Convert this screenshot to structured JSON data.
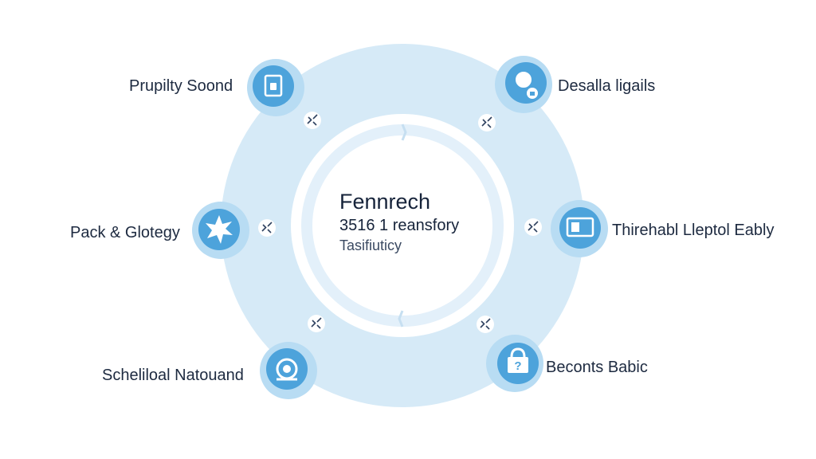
{
  "center": {
    "title": "Fennrech",
    "subtitle": "3516 1 reansfory",
    "caption": "Tasifiuticy"
  },
  "nodes": [
    {
      "label": "Prupilty Soond",
      "icon": "lock-door-icon"
    },
    {
      "label": "Desalla ligails",
      "icon": "search-lock-icon"
    },
    {
      "label": "Pack & Glotegy",
      "icon": "starburst-icon"
    },
    {
      "label": "Thirehabl Lleptol Eably",
      "icon": "monitor-icon"
    },
    {
      "label": "Scheliloal Natouand",
      "icon": "gear-circle-icon"
    },
    {
      "label": "Beconts Babic",
      "icon": "question-lock-icon"
    }
  ],
  "connectors": [
    "link-icon",
    "link-icon",
    "link-icon",
    "link-icon",
    "link-icon",
    "link-icon"
  ],
  "colors": {
    "ring": "#d6eaf7",
    "ring_inner": "#e9f4fb",
    "node": "#4da3db",
    "node_glow": "#b8dcf3",
    "text": "#1d2a40"
  }
}
